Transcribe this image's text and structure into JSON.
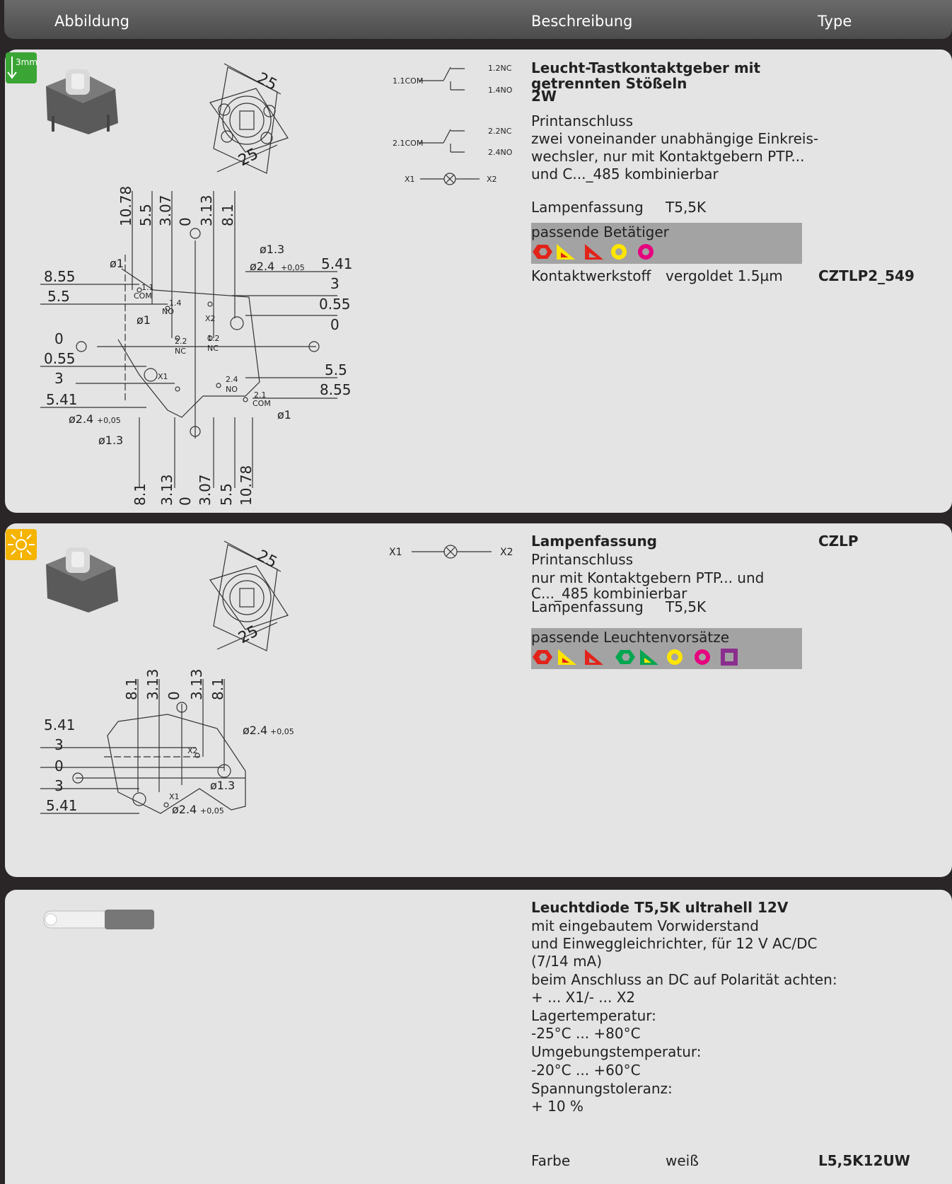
{
  "header": {
    "col_image": "Abbildung",
    "col_desc": "Beschreibung",
    "col_type": "Type"
  },
  "p1": {
    "badge": "3mm",
    "title_l1": "Leucht-Tastkontaktgeber mit",
    "title_l2": "getrennten Stößeln",
    "title_l3": "2W",
    "d1": "Printanschluss",
    "d2": "zwei voneinander unabhängige Einkreis-",
    "d3": "wechsler, nur mit Kontaktgebern PTP...",
    "d4": "und C..._485 kombinierbar",
    "lamp_label": "Lampenfassung",
    "lamp_value": "T5,5K",
    "box_label": "passende Betätiger",
    "mat_label": "Kontaktwerkstoff",
    "mat_value": "vergoldet 1.5µm",
    "type": "CZTLP2_549",
    "dim_25a": "25",
    "dim_25b": "25",
    "sch": {
      "a": "1.2NC",
      "b": "1.1COM",
      "c": "1.4NO",
      "d": "2.2NC",
      "e": "2.1COM",
      "f": "2.4NO",
      "x1": "X1",
      "x2": "X2"
    },
    "top_dims": [
      "10.78",
      "5.5",
      "3.07",
      "0",
      "3.13",
      "8.1"
    ],
    "bot_dims": [
      "8.1",
      "3.13",
      "0",
      "3.07",
      "5.5",
      "10.78"
    ],
    "left_dims": [
      "8.55",
      "5.5",
      "0",
      "0.55",
      "3",
      "5.41"
    ],
    "right_dims": [
      "5.41",
      "3",
      "0.55",
      "0",
      "5.5",
      "8.55"
    ],
    "hole_labels": {
      "d13a": "ø1.3",
      "d24a": "ø2.4",
      "tol": "+0,05",
      "d1a": "ø1",
      "d1b": "ø1",
      "d1c": "ø1",
      "d24b": "ø2.4",
      "d13b": "ø1.3"
    },
    "pin_labels": {
      "p11": "1.1",
      "com1": "COM",
      "p14": "1.4",
      "no1": "NO",
      "x2": "X2",
      "p22": "2.2",
      "nc2": "NC",
      "p12": "1.2",
      "nc1": "NC",
      "x1": "X1",
      "p24": "2.4",
      "no2": "NO",
      "p21": "2.1",
      "com2": "COM"
    }
  },
  "p2": {
    "title": "Lampenfassung",
    "type": "CZLP",
    "d1": "Printanschluss",
    "d2": "nur mit Kontaktgebern PTP... und",
    "d3": "C..._485 kombinierbar",
    "lamp_label": "Lampenfassung",
    "lamp_value": "T5,5K",
    "box_label": "passende Leuchtenvorsätze",
    "x1": "X1",
    "x2": "X2",
    "dim_25a": "25",
    "dim_25b": "25",
    "top_dims": [
      "8.1",
      "3.13",
      "0",
      "3.13",
      "8.1"
    ],
    "left_dims": [
      "5.41",
      "3",
      "0",
      "3",
      "5.41"
    ],
    "hole_labels": {
      "d24a": "ø2.4",
      "tol": "+0,05",
      "d13": "ø1.3",
      "d24b": "ø2.4",
      "px2": "X2",
      "px1": "X1"
    }
  },
  "p3": {
    "title": "Leuchtdiode T5,5K ultrahell 12V",
    "lines": [
      "mit eingebautem Vorwiderstand",
      "und Einweggleichrichter, für 12 V AC/DC",
      "(7/14 mA)",
      "beim Anschluss an DC auf Polarität achten:",
      "+ ... X1/- ... X2",
      "Lagertemperatur:",
      "-25°C ... +80°C",
      "Umgebungstemperatur:",
      "-20°C ... +60°C",
      "Spannungstoleranz:",
      "+ 10 %"
    ],
    "color_label": "Farbe",
    "color_value": "weiß",
    "type": "L5,5K12UW"
  },
  "colors": {
    "red": "#e2231a",
    "yellow": "#ffe500",
    "green": "#00a650",
    "magenta": "#e6007e",
    "purple": "#8b2f8e",
    "badge_green": "#3aa535",
    "badge_yellow": "#f4b400"
  }
}
